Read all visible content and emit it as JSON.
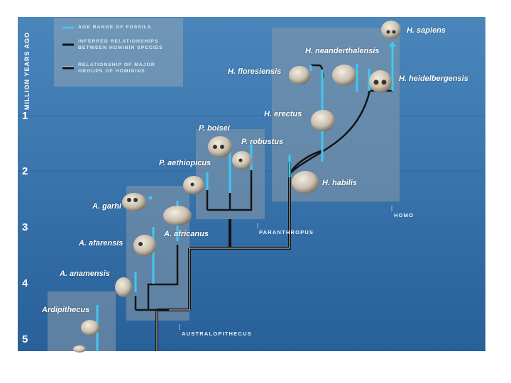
{
  "axis": {
    "title": "MILLION YEARS AGO",
    "ticks": [
      "1",
      "2",
      "3",
      "4",
      "5"
    ]
  },
  "legend": {
    "age_range": "AGE RANGE OF FOSSILS",
    "inferred_line1": "INFERRED RELATIONSHIPS",
    "inferred_line2": "BETWEEN HOMININ SPECIES",
    "major_line1": "RELATIONSHIP OF MAJOR",
    "major_line2": "GROUPS OF HOMININS"
  },
  "groups": {
    "homo": "HOMO",
    "paranthropus": "PARANTHROPUS",
    "australopithecus": "AUSTRALOPITHECUS"
  },
  "species": {
    "h_sapiens": "H. sapiens",
    "h_neanderthalensis": "H. neanderthalensis",
    "h_floresiensis": "H. floresiensis",
    "h_heidelbergensis": "H. heidelbergensis",
    "h_erectus": "H. erectus",
    "h_habilis": "H. habilis",
    "p_boisei": "P. boisei",
    "p_robustus": "P. robustus",
    "p_aethiopicus": "P. aethiopicus",
    "a_garhi": "A. garhi",
    "a_africanus": "A. africanus",
    "a_afarensis": "A. afarensis",
    "a_anamensis": "A. anamensis",
    "ardipithecus": "Ardipithecus"
  },
  "colors": {
    "bg_top": "#3e78ae",
    "bg_bottom": "#2a5e94",
    "age_bar": "#40c8ee",
    "relationship_line": "#1b1b1b",
    "group_box": "#7b92a6"
  }
}
